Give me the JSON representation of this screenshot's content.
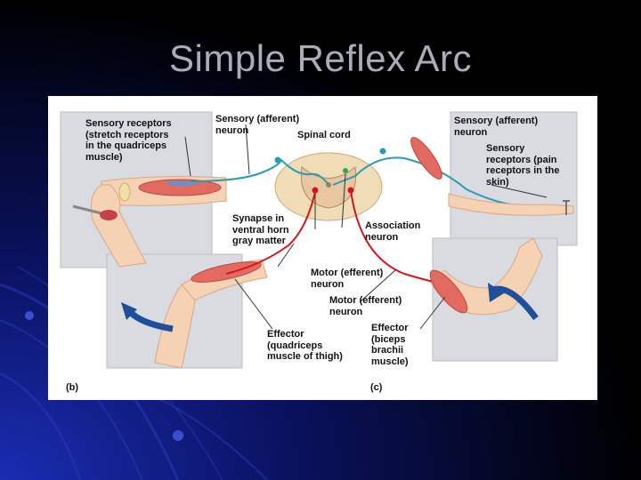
{
  "slide": {
    "title": "Simple Reflex Arc"
  },
  "diagram": {
    "labels": {
      "sensory_receptors_b": "Sensory receptors\n(stretch receptors\nin the quadriceps\nmuscle)",
      "sensory_neuron_b": "Sensory (afferent)\nneuron",
      "spinal_cord": "Spinal cord",
      "sensory_neuron_c": "Sensory (afferent)\nneuron",
      "sensory_receptors_c": "Sensory\nreceptors (pain\nreceptors in the\nskin)",
      "synapse": "Synapse in\nventral horn\ngray matter",
      "association_neuron": "Association\nneuron",
      "motor_neuron_b": "Motor (efferent)\nneuron",
      "motor_neuron_c": "Motor (efferent)\nneuron",
      "effector_b": "Effector\n(quadriceps\nmuscle of thigh)",
      "effector_c": "Effector\n(biceps\nbrachii\nmuscle)",
      "panel_b": "(b)",
      "panel_c": "(c)"
    },
    "colors": {
      "sensory_nerve": "#2a9bb4",
      "motor_nerve": "#d0161c",
      "muscle": "#e26a60",
      "skin": "#f6d2b4",
      "panel": "#d9dbe0",
      "arrow": "#1e4f9a"
    }
  }
}
